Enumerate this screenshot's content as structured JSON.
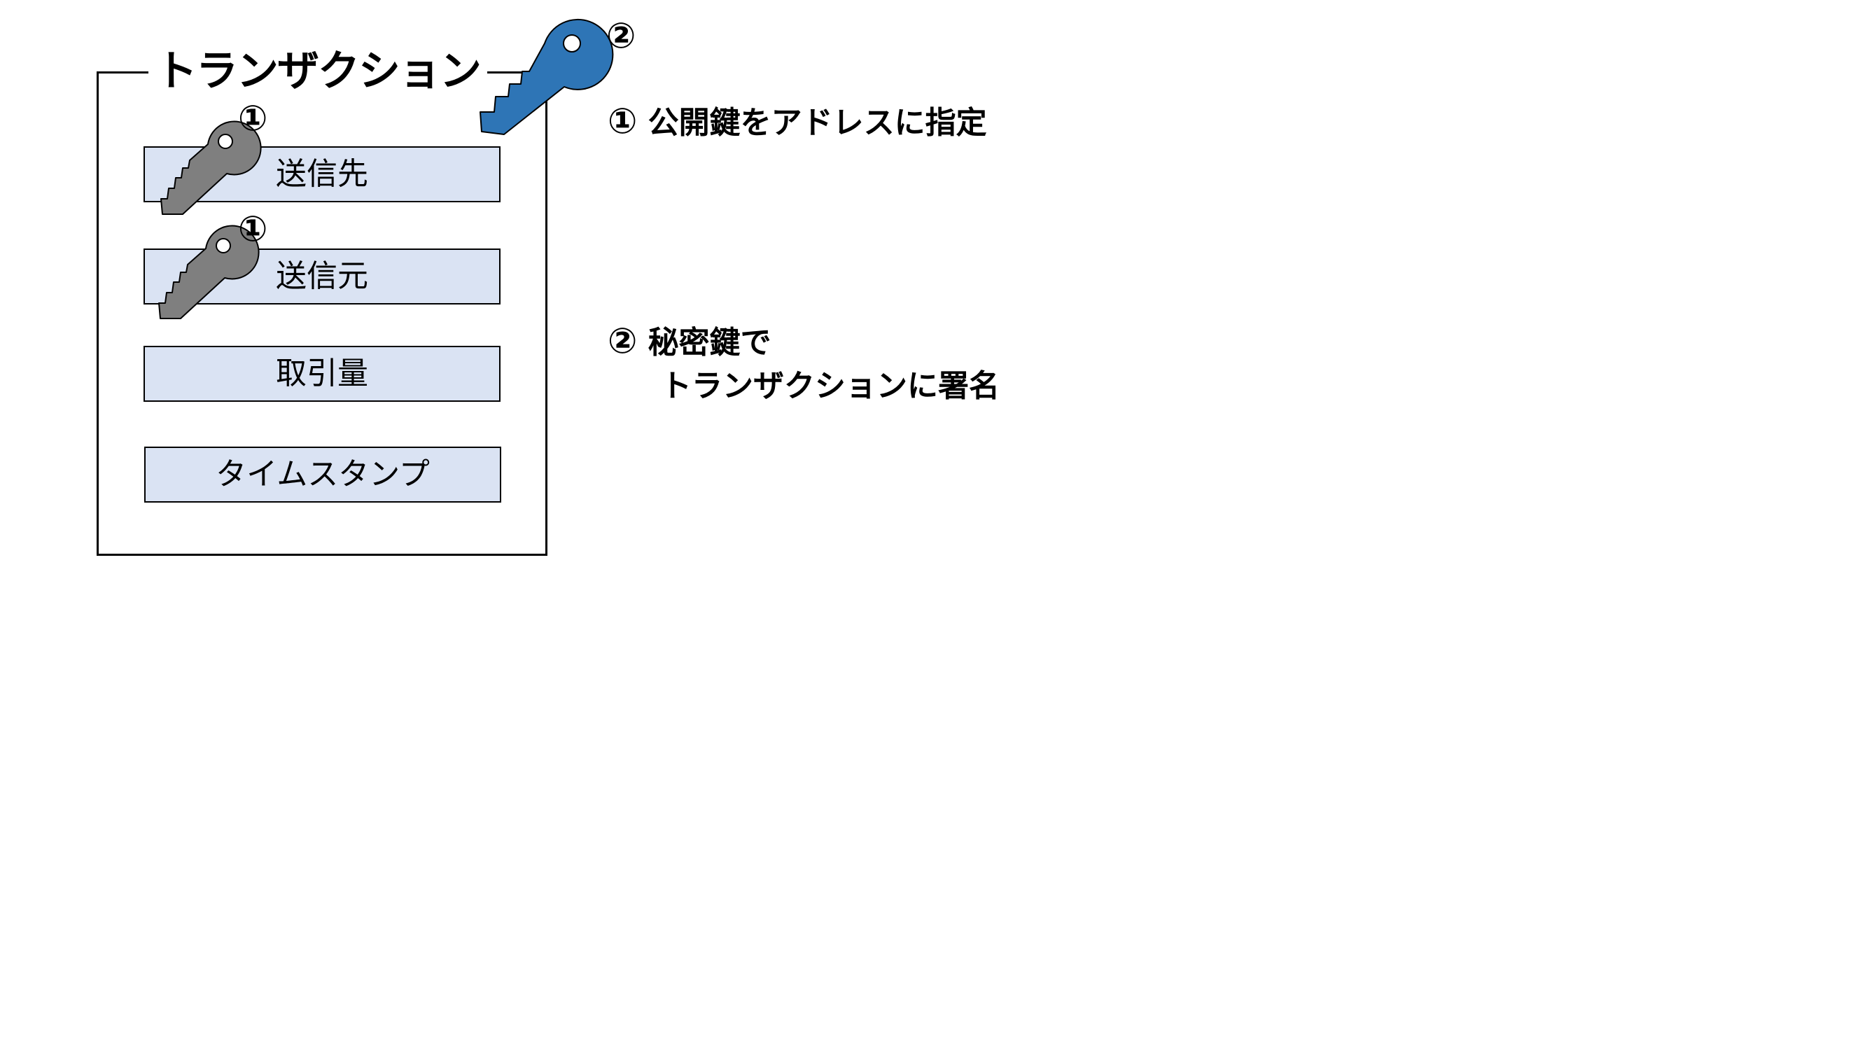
{
  "transaction": {
    "title": "トランザクション",
    "fields": [
      {
        "label": "送信先",
        "has_key": true,
        "key_marker": "①"
      },
      {
        "label": "送信元",
        "has_key": true,
        "key_marker": "①"
      },
      {
        "label": "取引量",
        "has_key": false
      },
      {
        "label": "タイムスタンプ",
        "has_key": false
      }
    ]
  },
  "signing_key": {
    "marker": "②",
    "color": "#2e75b6"
  },
  "public_key_color": "#7f7f7f",
  "field_fill_color": "#dae3f3",
  "legend": [
    {
      "marker": "①",
      "lines": [
        "公開鍵をアドレスに指定"
      ]
    },
    {
      "marker": "②",
      "lines": [
        "秘密鍵で",
        "トランザクションに署名"
      ]
    }
  ]
}
